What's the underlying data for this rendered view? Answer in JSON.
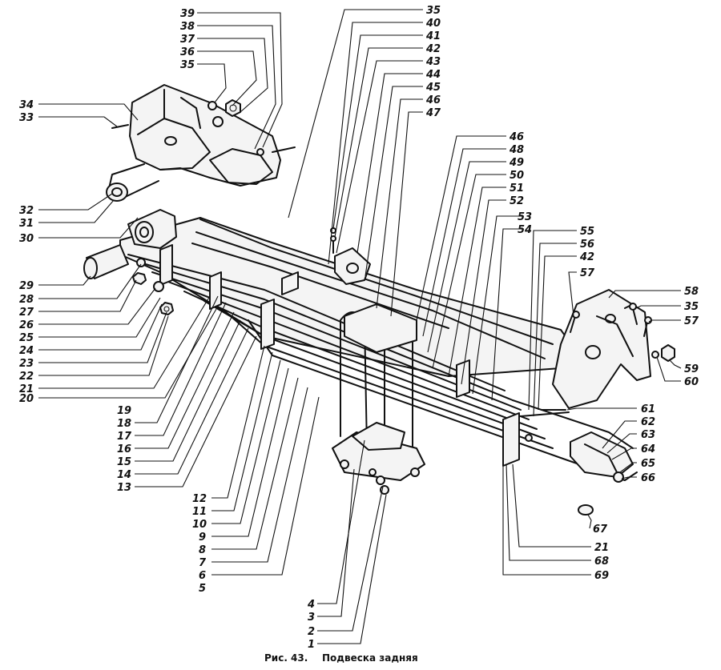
{
  "caption": {
    "fig": "Рис. 43.",
    "title": "Подвеска задняя"
  },
  "callouts": {
    "c39": "39",
    "c38": "38",
    "c37": "37",
    "c36": "36",
    "c35a": "35",
    "c34": "34",
    "c33": "33",
    "c32": "32",
    "c31": "31",
    "c30": "30",
    "c29": "29",
    "c28": "28",
    "c27": "27",
    "c26": "26",
    "c25": "25",
    "c24": "24",
    "c23": "23",
    "c22": "22",
    "c21a": "21",
    "c20": "20",
    "c19": "19",
    "c18": "18",
    "c17": "17",
    "c16": "16",
    "c15": "15",
    "c14": "14",
    "c13": "13",
    "c12": "12",
    "c11": "11",
    "c10": "10",
    "c9": "9",
    "c8": "8",
    "c7": "7",
    "c6": "6",
    "c5": "5",
    "c4": "4",
    "c3": "3",
    "c2": "2",
    "c1": "1",
    "c35b": "35",
    "c40": "40",
    "c41": "41",
    "c42a": "42",
    "c43": "43",
    "c44": "44",
    "c45": "45",
    "c46a": "46",
    "c47": "47",
    "c46b": "46",
    "c48": "48",
    "c49": "49",
    "c50": "50",
    "c51": "51",
    "c52": "52",
    "c53": "53",
    "c54": "54",
    "c55": "55",
    "c56": "56",
    "c42b": "42",
    "c57a": "57",
    "c58": "58",
    "c35c": "35",
    "c57b": "57",
    "c59": "59",
    "c60": "60",
    "c61": "61",
    "c62": "62",
    "c63": "63",
    "c64": "64",
    "c65": "65",
    "c66": "66",
    "c67": "67",
    "c21b": "21",
    "c68": "68",
    "c69": "69"
  }
}
